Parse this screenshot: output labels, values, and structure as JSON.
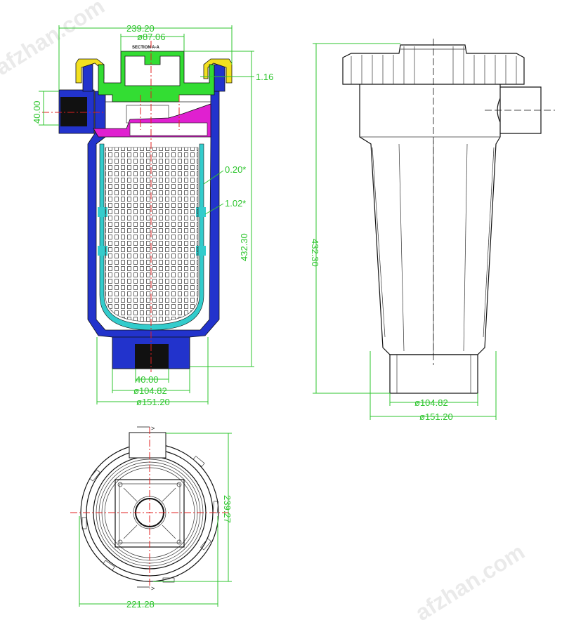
{
  "watermark": "afzhan.com",
  "section_view": {
    "label": "SECTION A-A",
    "dimensions": {
      "overall_width": "239.20",
      "cap_diameter": "ø87.06",
      "thread": "1.16",
      "inlet": "40.00",
      "mesh_1": "0.20*",
      "mesh_2": "1.02*",
      "height": "432.30",
      "outlet": "40.00",
      "base_diameter": "ø104.82",
      "outer_diameter": "ø151.20"
    }
  },
  "side_view": {
    "dimensions": {
      "height": "432.30",
      "base_diameter": "ø104.82",
      "outer_diameter": "ø151.20"
    }
  },
  "top_view": {
    "section_marker": ">",
    "dimensions": {
      "height": "239.27",
      "width": "221.28"
    }
  },
  "colors": {
    "dimension": "#2ec52e",
    "body": "#2233cc",
    "cap": "#33dd33",
    "ring": "#f2e020",
    "basket": "#33cccc",
    "seat": "#e020d0",
    "centerline": "#e02020"
  }
}
